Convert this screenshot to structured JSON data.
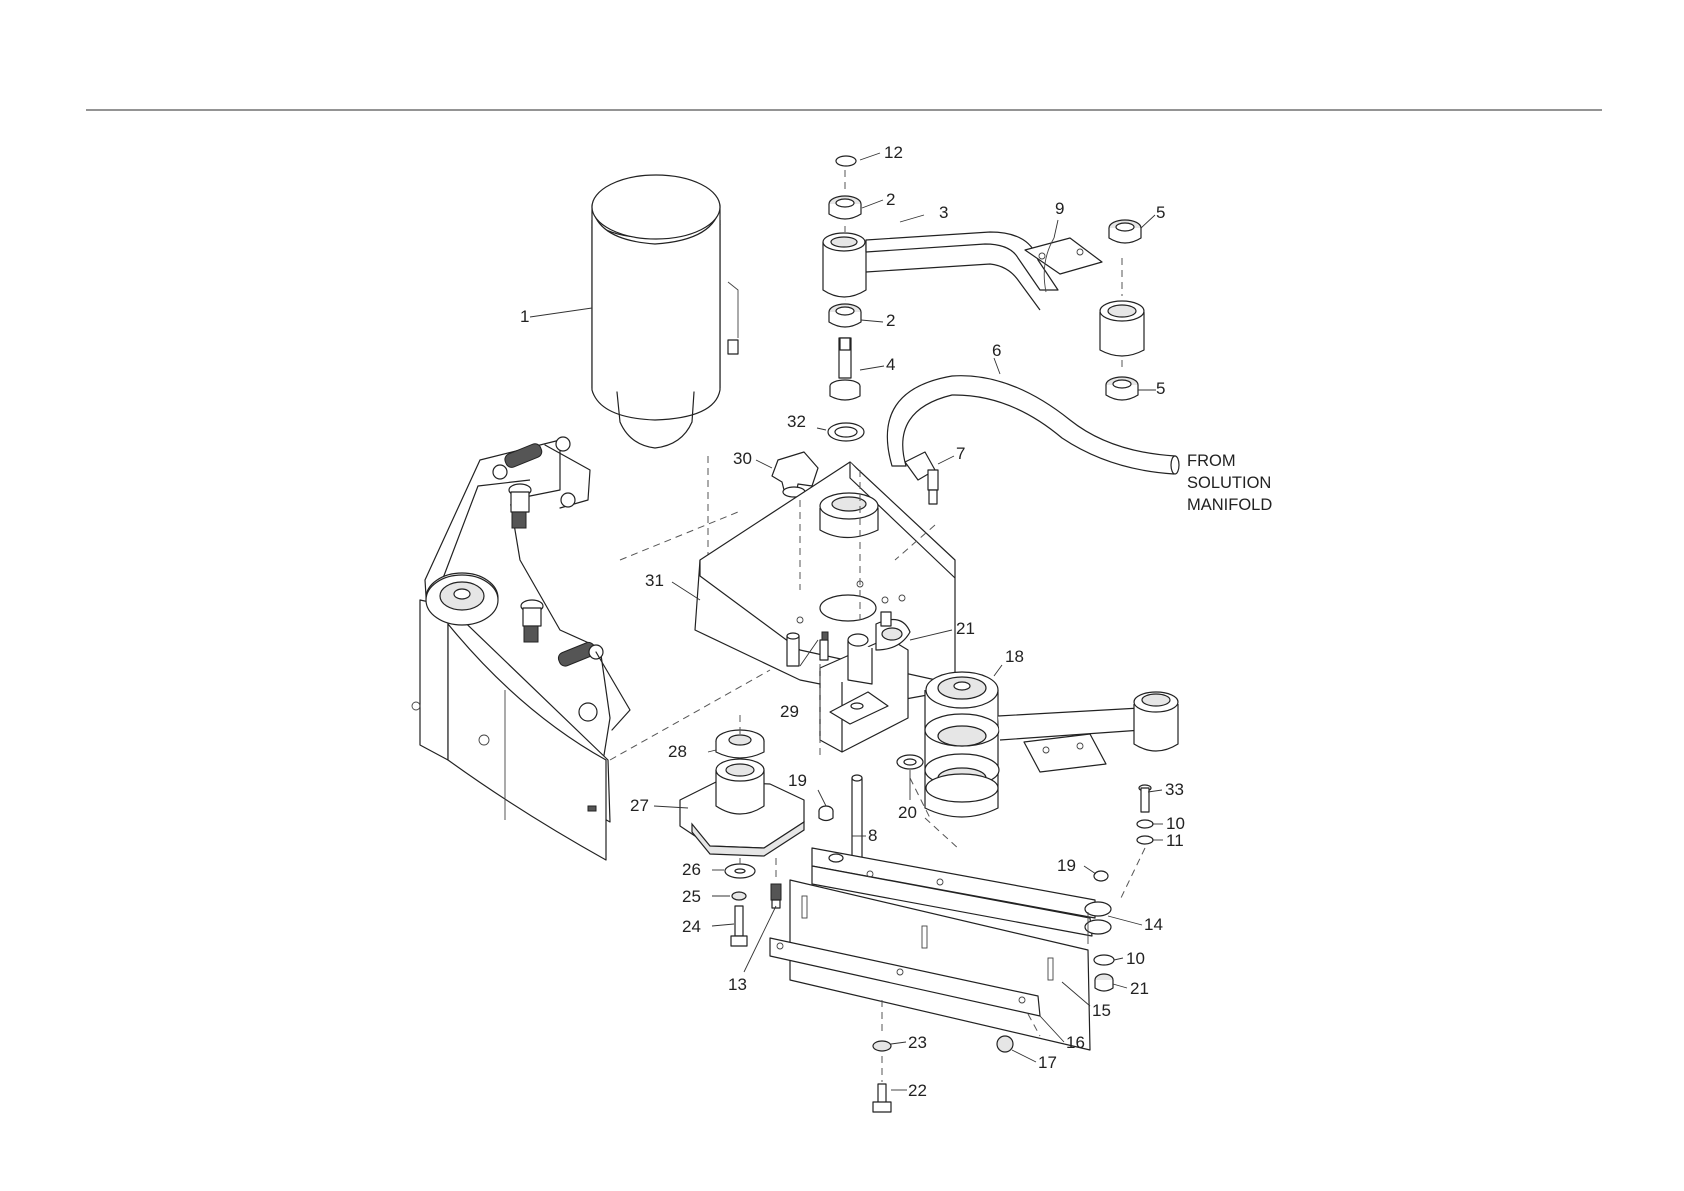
{
  "note_lines": [
    "FROM",
    "SOLUTION",
    "MANIFOLD"
  ],
  "callouts": [
    {
      "label": "1"
    },
    {
      "label": "12"
    },
    {
      "label": "2"
    },
    {
      "label": "3"
    },
    {
      "label": "9"
    },
    {
      "label": "5"
    },
    {
      "label": "2"
    },
    {
      "label": "5"
    },
    {
      "label": "4"
    },
    {
      "label": "6"
    },
    {
      "label": "32"
    },
    {
      "label": "30"
    },
    {
      "label": "7"
    },
    {
      "label": "31"
    },
    {
      "label": "21"
    },
    {
      "label": "18"
    },
    {
      "label": "29"
    },
    {
      "label": "28"
    },
    {
      "label": "19"
    },
    {
      "label": "20"
    },
    {
      "label": "33"
    },
    {
      "label": "27"
    },
    {
      "label": "8"
    },
    {
      "label": "10"
    },
    {
      "label": "11"
    },
    {
      "label": "19"
    },
    {
      "label": "26"
    },
    {
      "label": "25"
    },
    {
      "label": "14"
    },
    {
      "label": "24"
    },
    {
      "label": "10"
    },
    {
      "label": "13"
    },
    {
      "label": "21"
    },
    {
      "label": "15"
    },
    {
      "label": "16"
    },
    {
      "label": "23"
    },
    {
      "label": "17"
    },
    {
      "label": "22"
    }
  ],
  "icons": [
    "exploded-assembly-drawing"
  ]
}
